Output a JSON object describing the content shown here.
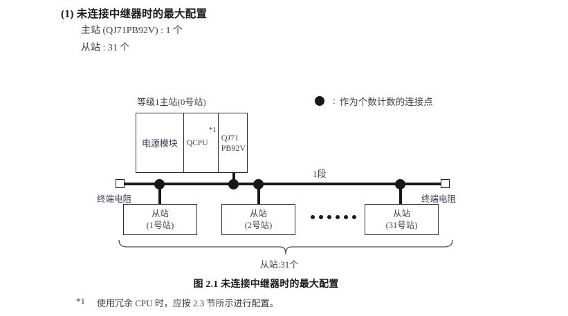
{
  "header": {
    "section_number": "(1)",
    "title": "(1) 未连接中继器时的最大配置",
    "line1": "主站 (QJ71PB92V) : 1 个",
    "line2": "从站 : 31 个"
  },
  "legend": {
    "symbol": "filled-circle",
    "colon": ":",
    "text": "作为个数计数的连接点"
  },
  "diagram": {
    "master_label": "等级1主站(0号站)",
    "rack": {
      "power_module": "电源模块",
      "cpu_module": "QCPU",
      "cpu_footnote_mark": "*1",
      "network_module_line1": "QJ71",
      "network_module_line2": "PB92V"
    },
    "segment_label": "1段",
    "terminator_left": "终端电阻",
    "terminator_right": "终端电阻",
    "slaves": [
      {
        "name": "从站",
        "station": "(1号站)"
      },
      {
        "name": "从站",
        "station": "(2号站)"
      },
      {
        "name": "从站",
        "station": "(31号站)"
      }
    ],
    "ellipsis_dot_count": 6,
    "bus_dot_count": 4,
    "brace_caption": "从站:31个"
  },
  "figure": {
    "caption": "图 2.1  未连接中继器时的最大配置"
  },
  "footnote": {
    "mark": "*1",
    "text": "使用冗余 CPU 时，应按 2.3 节所示进行配置。"
  },
  "colors": {
    "ink": "#17171c",
    "text": "#3d3d52",
    "heading": "#1a1a1a",
    "line": "#2c2c33",
    "background": "#ffffff"
  }
}
